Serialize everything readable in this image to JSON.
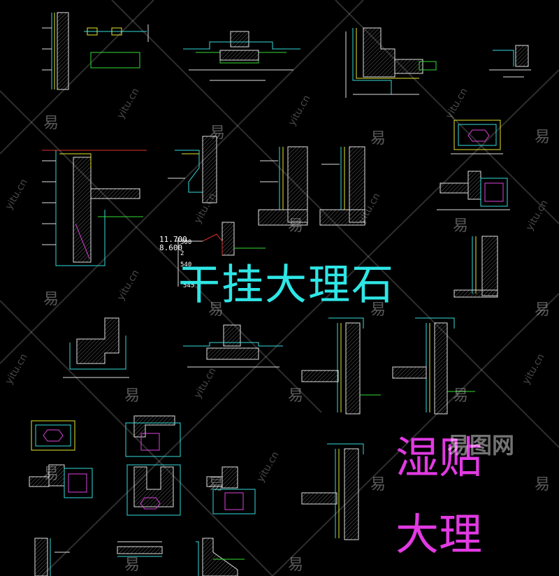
{
  "titles": {
    "dry_hang": "干挂大理石",
    "wet_paste_line1": "湿贴",
    "wet_paste_line2": "大理"
  },
  "elevation_labels": {
    "top": "11.700",
    "bottom": "8.600",
    "dims": [
      "300",
      "2",
      "540",
      "545"
    ]
  },
  "watermark": {
    "glyph": "易",
    "domain": "yitu.cn",
    "logo": "易图网"
  },
  "colors": {
    "background": "#000000",
    "cyan_title": "#2fe6e6",
    "magenta_title": "#e23ae3",
    "cad_yellow": "#e6e62e",
    "cad_cyan": "#33dddd",
    "cad_green": "#33dd33",
    "cad_magenta": "#dd44dd",
    "cad_red": "#dd3333",
    "cad_white": "#e0e0e0"
  }
}
